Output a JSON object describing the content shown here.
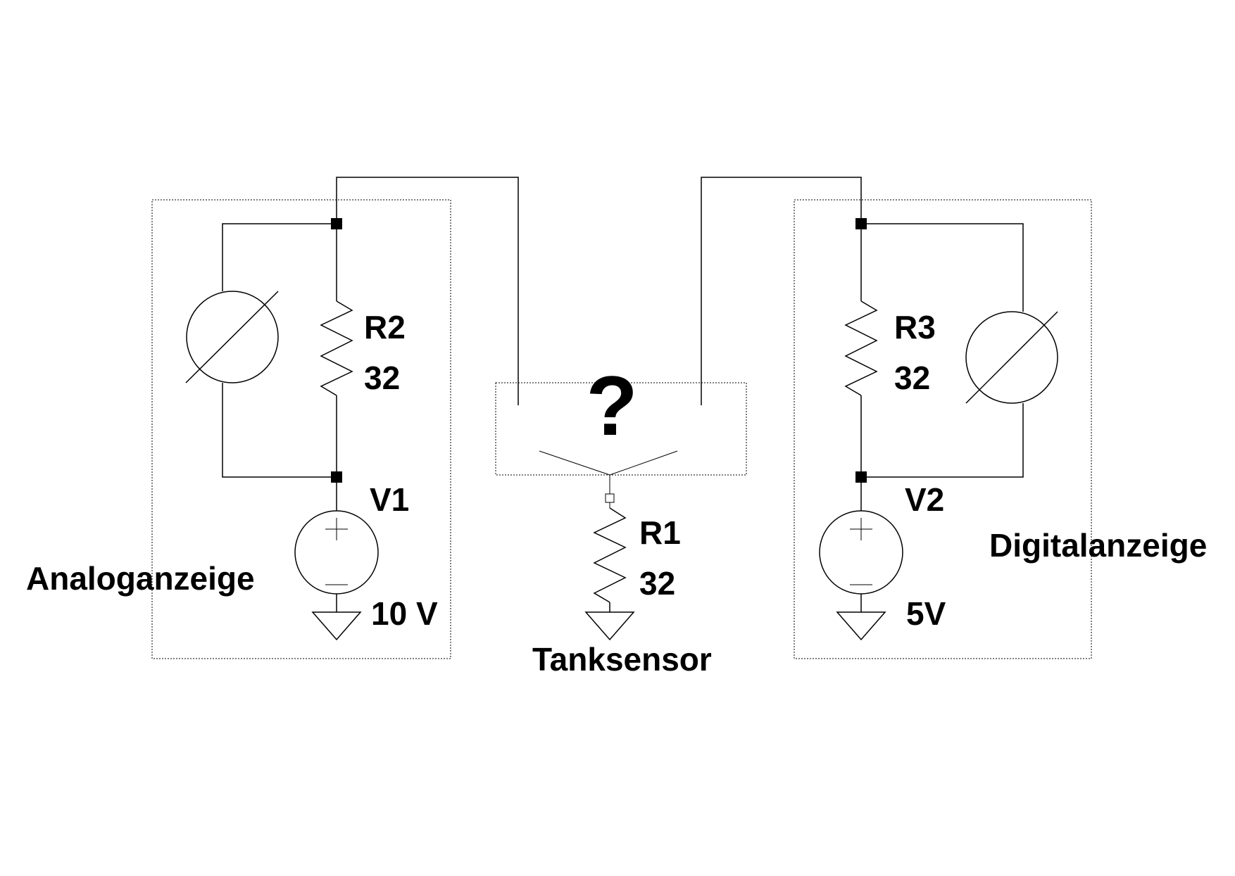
{
  "left_block": {
    "label": "Analoganzeige",
    "resistor": {
      "name": "R2",
      "value": "32"
    },
    "source": {
      "name": "V1",
      "value": "10 V"
    }
  },
  "sensor_block": {
    "label": "Tanksensor",
    "question": "?",
    "resistor": {
      "name": "R1",
      "value": "32"
    }
  },
  "right_block": {
    "label": "Digitalanzeige",
    "resistor": {
      "name": "R3",
      "value": "32"
    },
    "source": {
      "name": "V2",
      "value": "5V"
    }
  }
}
